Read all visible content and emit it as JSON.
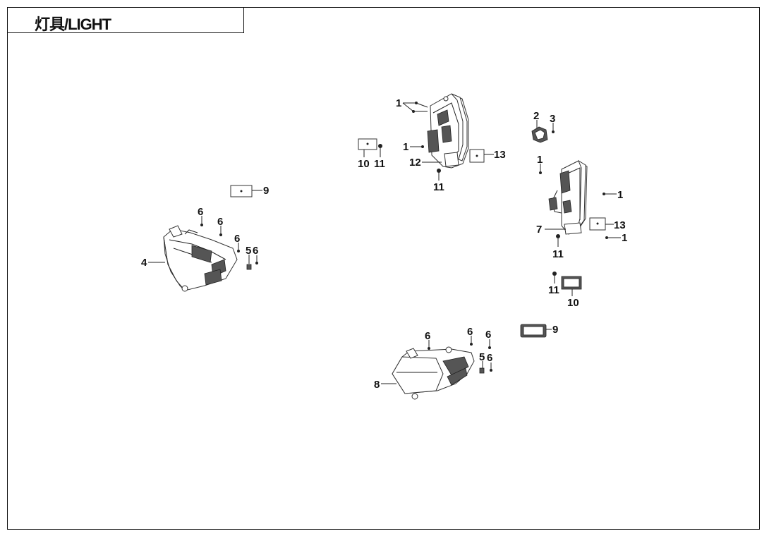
{
  "title": "灯具/LIGHT",
  "callouts": {
    "c1a": "1",
    "c1b": "1",
    "c1c": "1",
    "c1d": "1",
    "c1e": "1",
    "c2": "2",
    "c3": "3",
    "c4": "4",
    "c5a": "5",
    "c5b": "5",
    "c6a": "6",
    "c6b": "6",
    "c6c": "6",
    "c6d": "6",
    "c6e": "6",
    "c6f": "6",
    "c6g": "6",
    "c6h": "6",
    "c7": "7",
    "c8": "8",
    "c9a": "9",
    "c9b": "9",
    "c10a": "10",
    "c10b": "10",
    "c11a": "11",
    "c11b": "11",
    "c11c": "11",
    "c11d": "11",
    "c12": "12",
    "c13a": "13",
    "c13b": "13"
  }
}
